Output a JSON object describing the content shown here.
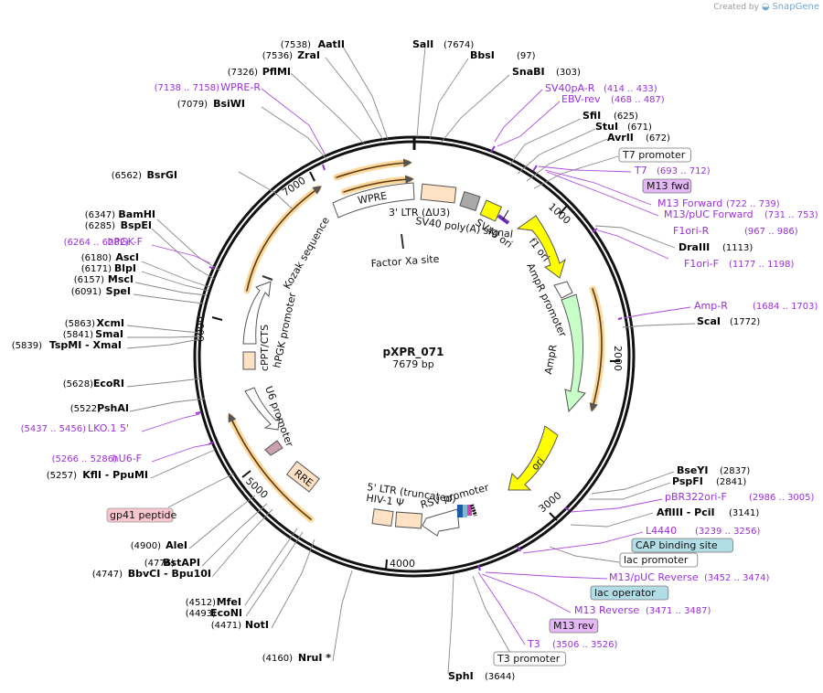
{
  "header": {
    "credit_prefix": "Created by",
    "credit_brand": "SnapGene"
  },
  "plasmid": {
    "name": "pXPR_071",
    "size": "7679 bp",
    "length": 7679
  },
  "ring_ticks": [
    "1000",
    "2000",
    "3000",
    "4000",
    "5000",
    "6000",
    "7000"
  ],
  "features": [
    {
      "label": "WPRE",
      "kind": "box",
      "fill": "#ffffff"
    },
    {
      "label": "3' LTR (ΔU3)",
      "kind": "box",
      "fill": "#ffe1c4"
    },
    {
      "label": "SV40 poly(A) signal",
      "kind": "box",
      "fill": "#a9a9a9"
    },
    {
      "label": "SV40 ori",
      "kind": "box",
      "fill": "#ffff00"
    },
    {
      "label": "f1 ori",
      "kind": "arrow",
      "fill": "#ffff00"
    },
    {
      "label": "AmpR promoter",
      "kind": "arrow",
      "fill": "#ffffff"
    },
    {
      "label": "AmpR",
      "kind": "arrow",
      "fill": "#c8ffc8"
    },
    {
      "label": "ori",
      "kind": "arrow",
      "fill": "#ffff00"
    },
    {
      "label": "RSV promoter",
      "kind": "arrow",
      "fill": "#ffffff"
    },
    {
      "label": "5' LTR (truncated)",
      "kind": "box",
      "fill": "#ffe1c4"
    },
    {
      "label": "HIV-1 Ψ",
      "kind": "box",
      "fill": "#ffe1c4"
    },
    {
      "label": "RRE",
      "kind": "box",
      "fill": "#ffe1c4"
    },
    {
      "label": "gp41 peptide",
      "kind": "tag",
      "fill": "#f7c6cf"
    },
    {
      "label": "U6 promoter",
      "kind": "arrow",
      "fill": "#ffffff"
    },
    {
      "label": "cPPT/CTS",
      "kind": "box",
      "fill": "#ffe1c4"
    },
    {
      "label": "hPGK promoter",
      "kind": "arrow",
      "fill": "#ffffff"
    },
    {
      "label": "Kozak sequence",
      "kind": "text",
      "fill": "#ffffff"
    },
    {
      "label": "Factor Xa site",
      "kind": "text",
      "fill": "#ffffff"
    }
  ],
  "left_labels": [
    {
      "pos": "(7538)",
      "name": "AatII"
    },
    {
      "pos": "(7536)",
      "name": "ZraI"
    },
    {
      "pos": "(7326)",
      "name": "PflMI"
    },
    {
      "pos": "(7138 .. 7158)",
      "name": "WPRE-R",
      "primer": true
    },
    {
      "pos": "(7079)",
      "name": "BsiWI"
    },
    {
      "pos": "(6562)",
      "name": "BsrGI"
    },
    {
      "pos": "(6347)",
      "name": "BamHI"
    },
    {
      "pos": "(6285)",
      "name": "BspEI"
    },
    {
      "pos": "(6264 .. 6282)",
      "name": "hPGK-F",
      "primer": true
    },
    {
      "pos": "(6180)",
      "name": "AscI"
    },
    {
      "pos": "(6171)",
      "name": "BlpI"
    },
    {
      "pos": "(6157)",
      "name": "MscI"
    },
    {
      "pos": "(6091)",
      "name": "SpeI"
    },
    {
      "pos": "(5863)",
      "name": "XcmI"
    },
    {
      "pos": "(5841)",
      "name": "SmaI"
    },
    {
      "pos": "(5839)",
      "name": "TspMI  - XmaI"
    },
    {
      "pos": "(5628)",
      "name": "EcoRI"
    },
    {
      "pos": "(5522)",
      "name": "PshAI"
    },
    {
      "pos": "(5437 .. 5456)",
      "name": "LKO.1 5'",
      "primer": true
    },
    {
      "pos": "(5266 .. 5286)",
      "name": "hU6-F",
      "primer": true
    },
    {
      "pos": "(5257)",
      "name": "KflI  - PpuMI"
    },
    {
      "pos": "(4900)",
      "name": "AleI"
    },
    {
      "pos": "(4776)",
      "name": "BstAPI"
    },
    {
      "pos": "(4747)",
      "name": "BbvCI   - Bpu10I"
    },
    {
      "pos": "(4512)",
      "name": "MfeI"
    },
    {
      "pos": "(4493)",
      "name": "EcoNI"
    },
    {
      "pos": "(4471)",
      "name": "NotI"
    },
    {
      "pos": "(4160)",
      "name": "NruI *"
    }
  ],
  "right_labels": [
    {
      "name": "SalI",
      "pos": "(7674)"
    },
    {
      "name": "BbsI",
      "pos": "(97)"
    },
    {
      "name": "SnaBI",
      "pos": "(303)"
    },
    {
      "name": "SV40pA-R",
      "pos": "(414 .. 433)",
      "primer": true
    },
    {
      "name": "EBV-rev",
      "pos": "(468 .. 487)",
      "primer": true
    },
    {
      "name": "SfiI",
      "pos": "(625)"
    },
    {
      "name": "StuI",
      "pos": "(671)"
    },
    {
      "name": "AvrII",
      "pos": "(672)"
    },
    {
      "name": "T7 promoter",
      "pos": "",
      "boxed": "white"
    },
    {
      "name": "T7",
      "pos": "(693 .. 712)",
      "primer": true
    },
    {
      "name": "M13 fwd",
      "pos": "",
      "boxed": "purple"
    },
    {
      "name": "M13 Forward",
      "pos": "(722 .. 739)",
      "primer": true
    },
    {
      "name": "M13/pUC Forward",
      "pos": "(731 .. 753)",
      "primer": true
    },
    {
      "name": "F1ori-R",
      "pos": "(967 .. 986)",
      "primer": true
    },
    {
      "name": "DraIII",
      "pos": "(1113)"
    },
    {
      "name": "F1ori-F",
      "pos": "(1177 .. 1198)",
      "primer": true
    },
    {
      "name": "Amp-R",
      "pos": "(1684 .. 1703)",
      "primer": true
    },
    {
      "name": "ScaI",
      "pos": "(1772)"
    },
    {
      "name": "BseYI",
      "pos": "(2837)"
    },
    {
      "name": "PspFI",
      "pos": "(2841)"
    },
    {
      "name": "pBR322ori-F",
      "pos": "(2986 .. 3005)",
      "primer": true
    },
    {
      "name": "AflIII  - PciI",
      "pos": "(3141)"
    },
    {
      "name": "L4440",
      "pos": "(3239 .. 3256)",
      "primer": true
    },
    {
      "name": "CAP binding site",
      "pos": "",
      "boxed": "teal"
    },
    {
      "name": "lac promoter",
      "pos": "",
      "boxed": "white"
    },
    {
      "name": "M13/pUC Reverse",
      "pos": "(3452 .. 3474)",
      "primer": true
    },
    {
      "name": "lac operator",
      "pos": "",
      "boxed": "teal"
    },
    {
      "name": "M13 Reverse",
      "pos": "(3471 .. 3487)",
      "primer": true
    },
    {
      "name": "M13 rev",
      "pos": "",
      "boxed": "purple"
    },
    {
      "name": "T3",
      "pos": "(3506 .. 3526)",
      "primer": true
    },
    {
      "name": "T3 promoter",
      "pos": "",
      "boxed": "white"
    },
    {
      "name": "SphI",
      "pos": "(3644)"
    }
  ],
  "colors": {
    "primer": "#9b30d9",
    "enzyme": "#000000",
    "position": "#000000",
    "orange": "#f9a12a",
    "ring": "#111111"
  }
}
